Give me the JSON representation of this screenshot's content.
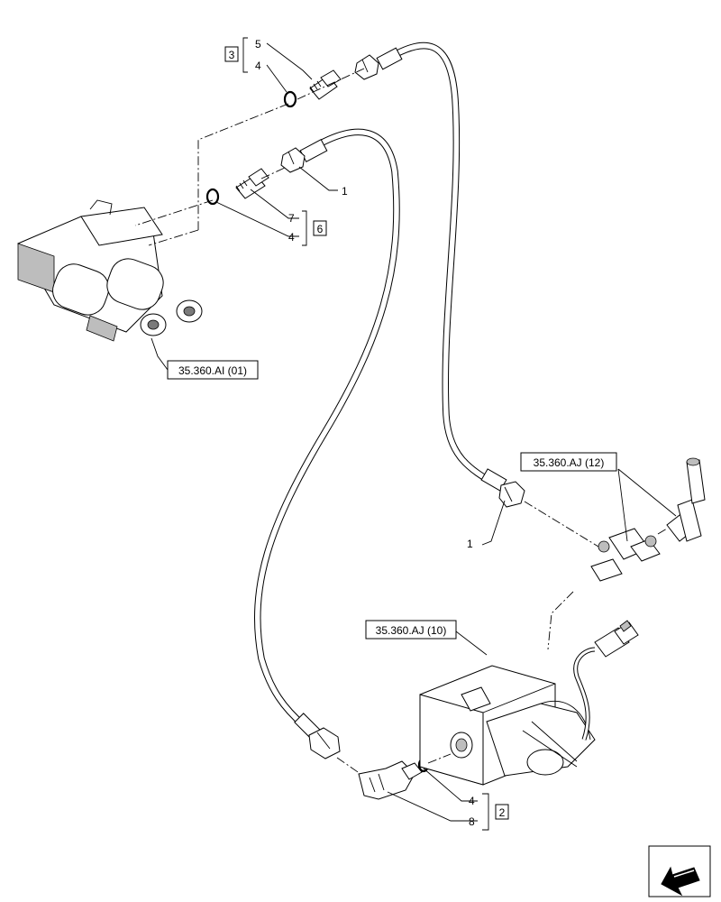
{
  "callouts": {
    "item_1_top": "1",
    "item_1_bottom": "1",
    "item_4_a": "4",
    "item_5": "5",
    "item_4_b": "4",
    "item_7": "7",
    "item_4_c": "4",
    "item_8": "8"
  },
  "kits": {
    "kit_3": "3",
    "kit_6": "6",
    "kit_2": "2"
  },
  "references": {
    "ref_ai_01": "35.360.AI (01)",
    "ref_aj_12": "35.360.AJ (12)",
    "ref_aj_10": "35.360.AJ (10)"
  },
  "icons": {
    "direction": "arrow-icon"
  }
}
